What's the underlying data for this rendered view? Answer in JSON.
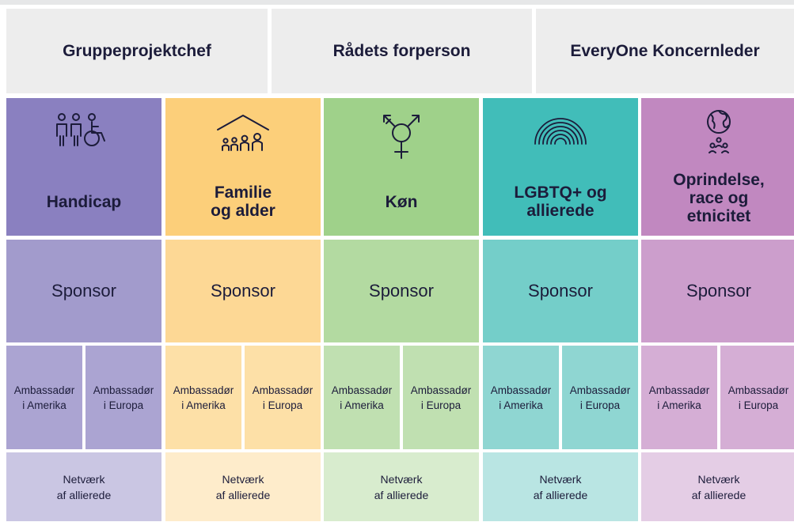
{
  "leaders": [
    "Gruppeprojektchef",
    "Rådets forperson",
    "EveryOne Koncernleder"
  ],
  "groups": [
    {
      "title_lines": [
        "Handicap"
      ],
      "icon": "people-wheelchair-icon",
      "sponsor": "Sponsor",
      "amb_a": [
        "Ambassadør",
        "i Amerika"
      ],
      "amb_b": [
        "Ambassadør",
        "i Europa"
      ],
      "network": [
        "Netværk",
        "af allierede"
      ]
    },
    {
      "title_lines": [
        "Familie",
        "og alder"
      ],
      "icon": "family-house-icon",
      "sponsor": "Sponsor",
      "amb_a": [
        "Ambassadør",
        "i Amerika"
      ],
      "amb_b": [
        "Ambassadør",
        "i Europa"
      ],
      "network": [
        "Netværk",
        "af allierede"
      ]
    },
    {
      "title_lines": [
        "Køn"
      ],
      "icon": "gender-symbol-icon",
      "sponsor": "Sponsor",
      "amb_a": [
        "Ambassadør",
        "i Amerika"
      ],
      "amb_b": [
        "Ambassadør",
        "i Europa"
      ],
      "network": [
        "Netværk",
        "af allierede"
      ]
    },
    {
      "title_lines": [
        "LGBTQ+ og",
        "allierede"
      ],
      "icon": "rainbow-icon",
      "sponsor": "Sponsor",
      "amb_a": [
        "Ambassadør",
        "i Amerika"
      ],
      "amb_b": [
        "Ambassadør",
        "i Europa"
      ],
      "network": [
        "Netværk",
        "af allierede"
      ]
    },
    {
      "title_lines": [
        "Oprindelse,",
        "race og",
        "etnicitet"
      ],
      "icon": "globe-people-icon",
      "sponsor": "Sponsor",
      "amb_a": [
        "Ambassadør",
        "i Amerika"
      ],
      "amb_b": [
        "Ambassadør",
        "i Europa"
      ],
      "network": [
        "Netværk",
        "af allierede"
      ]
    }
  ],
  "colors": {
    "text": "#1c1c3a",
    "purple": "#8a80c0",
    "yellow": "#fccf7a",
    "green": "#9fd18a",
    "teal": "#41bdb9",
    "pink": "#c188c0"
  }
}
